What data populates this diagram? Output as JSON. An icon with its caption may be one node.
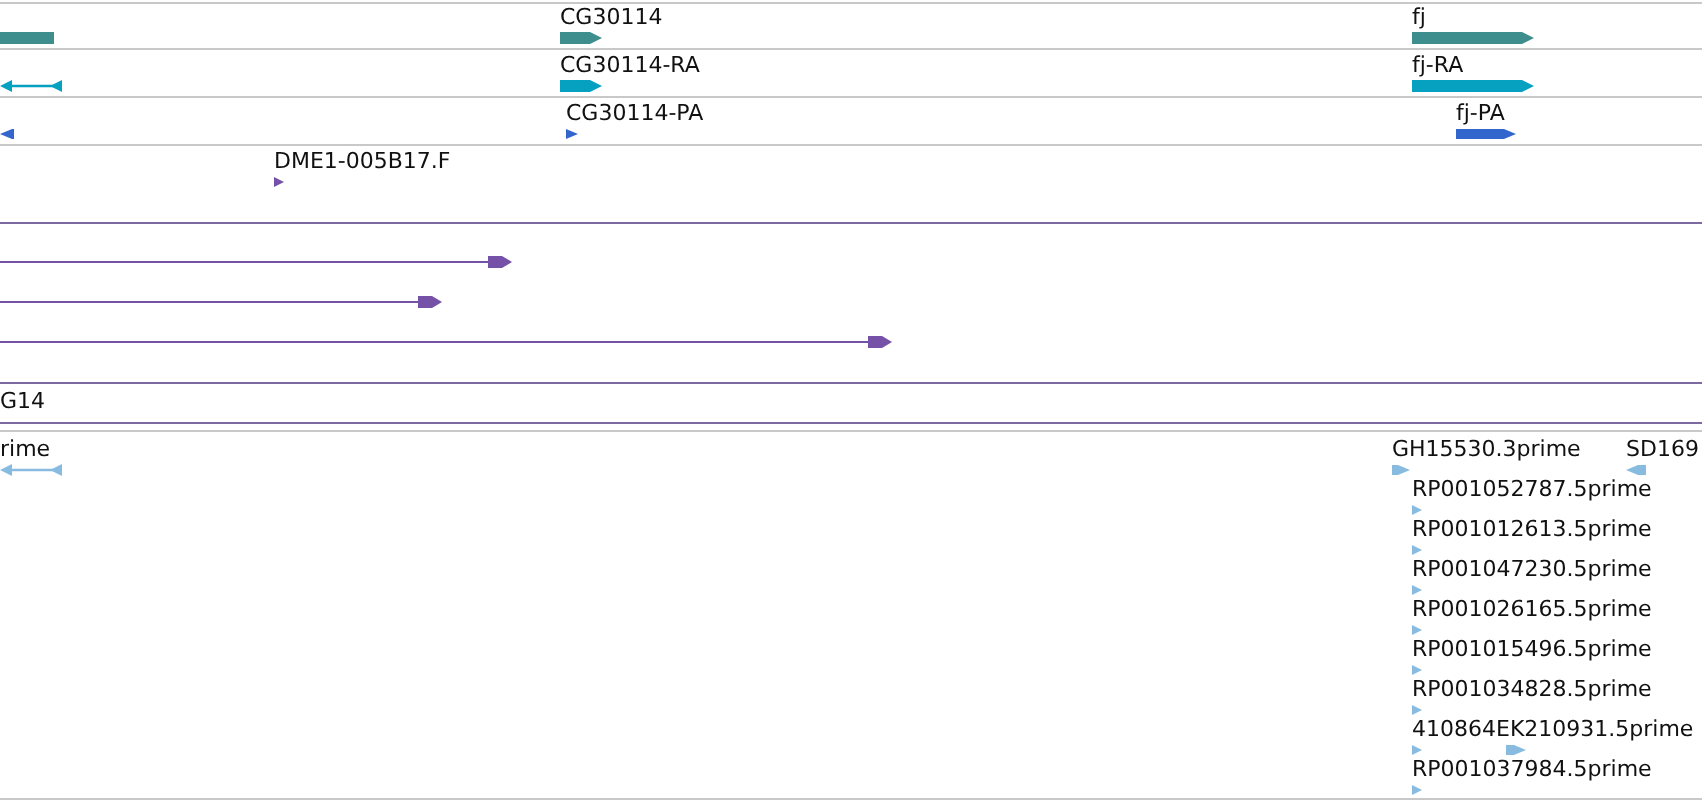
{
  "diagram": {
    "labels": [
      "CG30114",
      "fj",
      "CG30114-RA",
      "fj-RA",
      "CG30114-PA",
      "fj-PA",
      "DME1-005B17.F",
      "G14",
      "rime",
      "GH15530.3prime",
      "SD169",
      "RP001052787.5prime",
      "RP001012613.5prime",
      "RP001047230.5prime",
      "RP001026165.5prime",
      "RP001015496.5prime",
      "RP001034828.5prime",
      "410864EK210931.5prime",
      "RP001037984.5prime"
    ]
  }
}
